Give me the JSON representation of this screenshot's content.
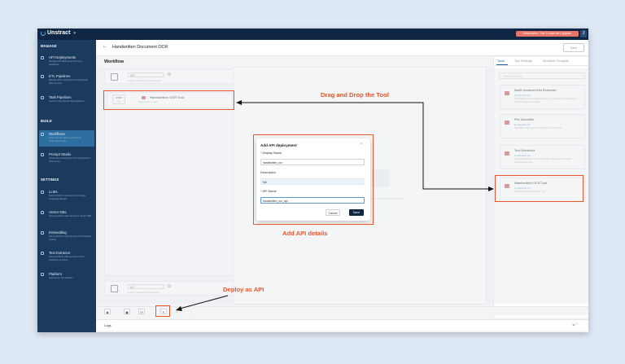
{
  "topbar": {
    "app_name": "Unstract",
    "plan_badge": "Subscription / Trial: 14 days left | Upgrade",
    "avatar_initial": "J"
  },
  "sidebar": {
    "sections": [
      "MANAGE",
      "BUILD",
      "SETTINGS"
    ],
    "items": [
      {
        "title": "API Deployments",
        "desc": "Manage API deployments of your workflows",
        "active": false
      },
      {
        "title": "ETL Pipelines",
        "desc": "Manage ETL pipelines for unstructured data sources",
        "active": false
      },
      {
        "title": "Task Pipelines",
        "desc": "Ad-hoc unstructured data pipelines",
        "active": false
      },
      {
        "title": "Workflows",
        "desc": "Build no-code data workflows for unstructured data",
        "active": true
      },
      {
        "title": "Prompt Studio",
        "desc": "Create structured data from unstructured documents",
        "active": false
      },
      {
        "title": "LLMs",
        "desc": "Setup platform wide access to Large Language Models",
        "active": false
      },
      {
        "title": "Vector DBs",
        "desc": "Setup platform wide access to Vector DBs",
        "active": false
      },
      {
        "title": "Embedding",
        "desc": "Setup platform wide access to Embedding models",
        "active": false
      },
      {
        "title": "Text Extractor",
        "desc": "Setup platform wide access to Text extraction services",
        "active": false
      },
      {
        "title": "Platform",
        "desc": "Settings for the platform",
        "active": false
      }
    ]
  },
  "header": {
    "title": "Handwritten Document OCR",
    "right_button": "Save"
  },
  "workflow": {
    "title": "Workflow",
    "source": {
      "select": "API",
      "hint": "Click to add source connectors"
    },
    "step": {
      "label": "STEP",
      "number": "1",
      "name": "Handwritten OCR Tool",
      "sub": "Select tools to start"
    },
    "destination": {
      "select": "API",
      "hint": "Click to add API deployments"
    }
  },
  "canvas": {
    "empty_text": "Select a tool to process data here"
  },
  "tools_panel": {
    "tabs": [
      "Tools",
      "Tool Settings",
      "Workflow Template"
    ],
    "active_tab": "Tools",
    "search_placeholder": "Search for tools",
    "tools": [
      {
        "title": "SaaS Contract Info Extractor",
        "by": "by Zipstack Inc",
        "desc": "The SaaS Contract Info Extractor is a powerful tool designed to extract crucial information"
      },
      {
        "title": "File Classifier",
        "by": "by Zipstack Inc",
        "desc": "Classifies a file into a bin based on its contents"
      },
      {
        "title": "Text Extractor",
        "by": "by Zipstack Inc",
        "desc": "The Text Extractor is a powerful tool designed to convert documents to text"
      },
      {
        "title": "Handwritten OCR Tool",
        "by": "by Zipstack Inc",
        "desc": "Extracts handwritten OCR text"
      }
    ]
  },
  "modal": {
    "title": "Add API deployment",
    "display_name_label": "Display Name",
    "display_name_value": "handwritten_ocr",
    "description_label": "Description",
    "description_value": "NA",
    "api_name_label": "API Name",
    "api_name_value": "handwritten_ocr_api",
    "cancel_label": "Cancel",
    "save_label": "Save"
  },
  "annotations": {
    "drag_drop": "Drag and Drop the Tool",
    "add_details": "Add API details",
    "deploy": "Deploy as API",
    "accent_color": "#e8562a"
  },
  "logs": {
    "label": "Logs",
    "icons": "⇲ ⌃"
  }
}
